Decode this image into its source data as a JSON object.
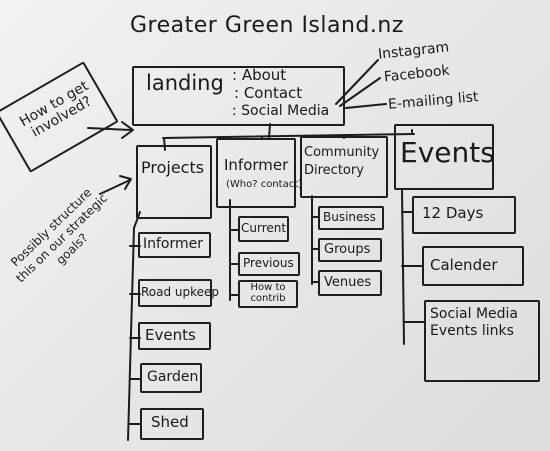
{
  "title": "Greater Green Island.nz",
  "landing": {
    "label": "landing",
    "items": [
      ": About",
      ": Contact",
      ": Social Media"
    ]
  },
  "social": [
    "Instagram",
    "Facebook",
    "E-mailing list"
  ],
  "callout": "How to get involved?",
  "side_note": "Possibly structure this on our strategic goals?",
  "columns": {
    "projects": {
      "label": "Projects",
      "items": [
        "Informer",
        "Road upkeep",
        "Events",
        "Garden",
        "Shed"
      ]
    },
    "informer": {
      "label": "Informer",
      "sub": "(Who? contact)",
      "items": [
        "Current",
        "Previous",
        "How to contrib"
      ]
    },
    "directory": {
      "label": "Community Directory",
      "items": [
        "Business",
        "Groups",
        "Venues"
      ]
    },
    "events": {
      "label": "Events",
      "items": [
        "12 Days",
        "Calender",
        "Social Media Events links"
      ]
    }
  }
}
